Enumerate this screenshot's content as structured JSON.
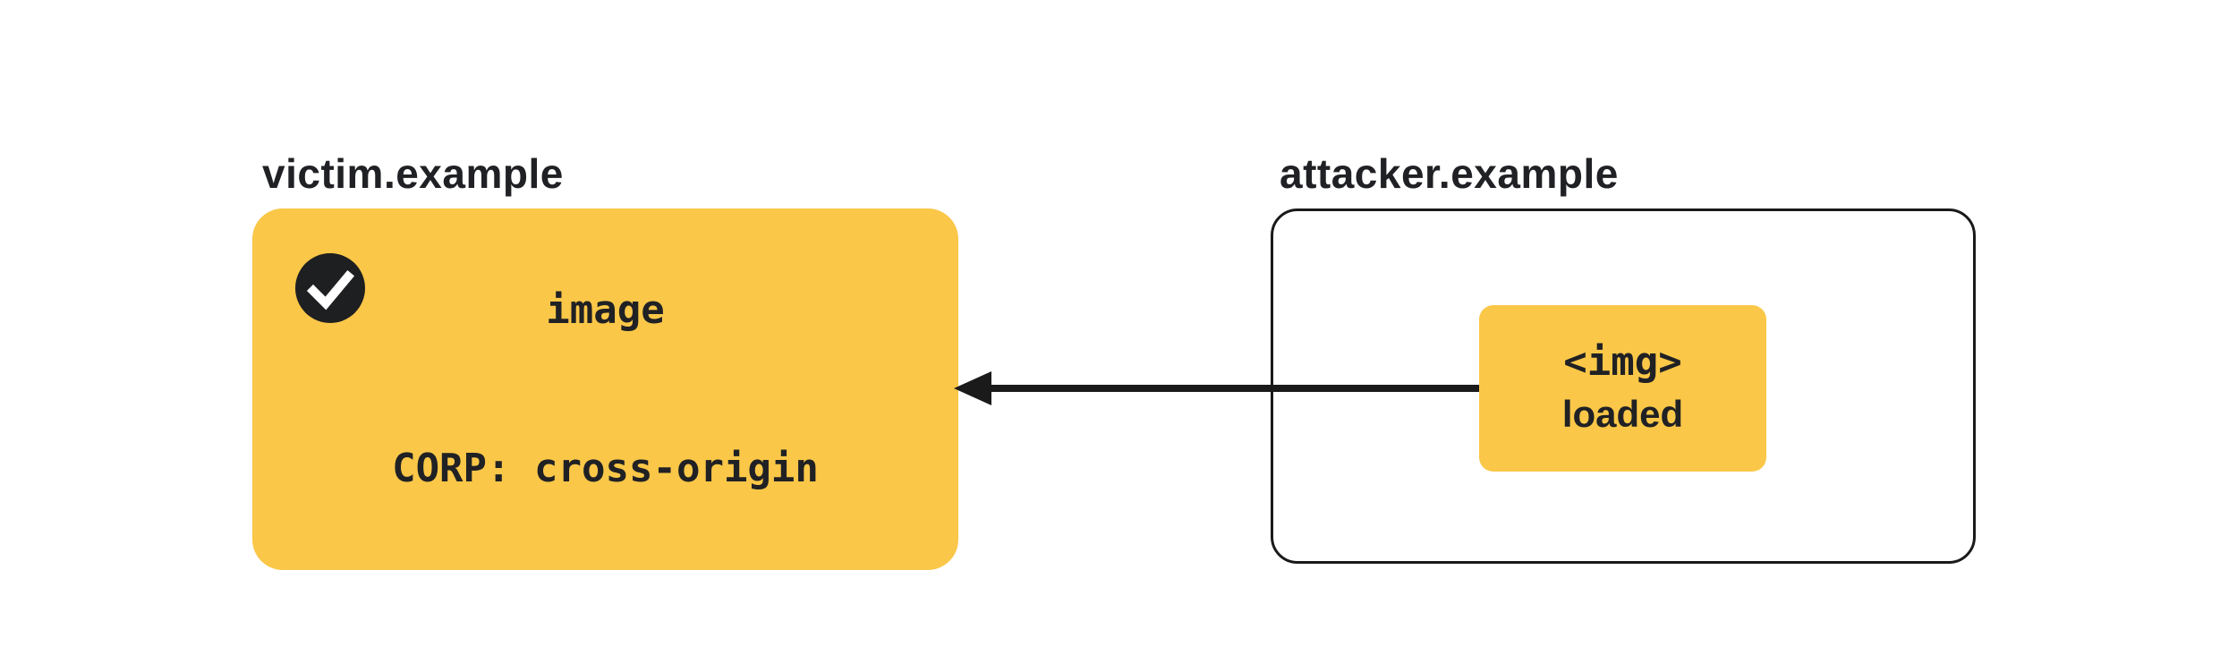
{
  "diagram_title": "CORP cross-origin image load allowed",
  "colors": {
    "yellow": "#FAC748",
    "dark_text": "#202124",
    "line": "#1a1a1a",
    "background": "#ffffff"
  },
  "victim": {
    "domain": "victim.example",
    "resource_line1": "image",
    "resource_line2": "CORP: cross-origin",
    "status_icon": "checkmark-circle",
    "status": "allowed"
  },
  "attacker": {
    "domain": "attacker.example",
    "embed_line1": "<img>",
    "embed_line2": "loaded"
  },
  "arrow": {
    "direction": "left",
    "from": "attacker-img-element",
    "to": "victim-image-resource"
  }
}
